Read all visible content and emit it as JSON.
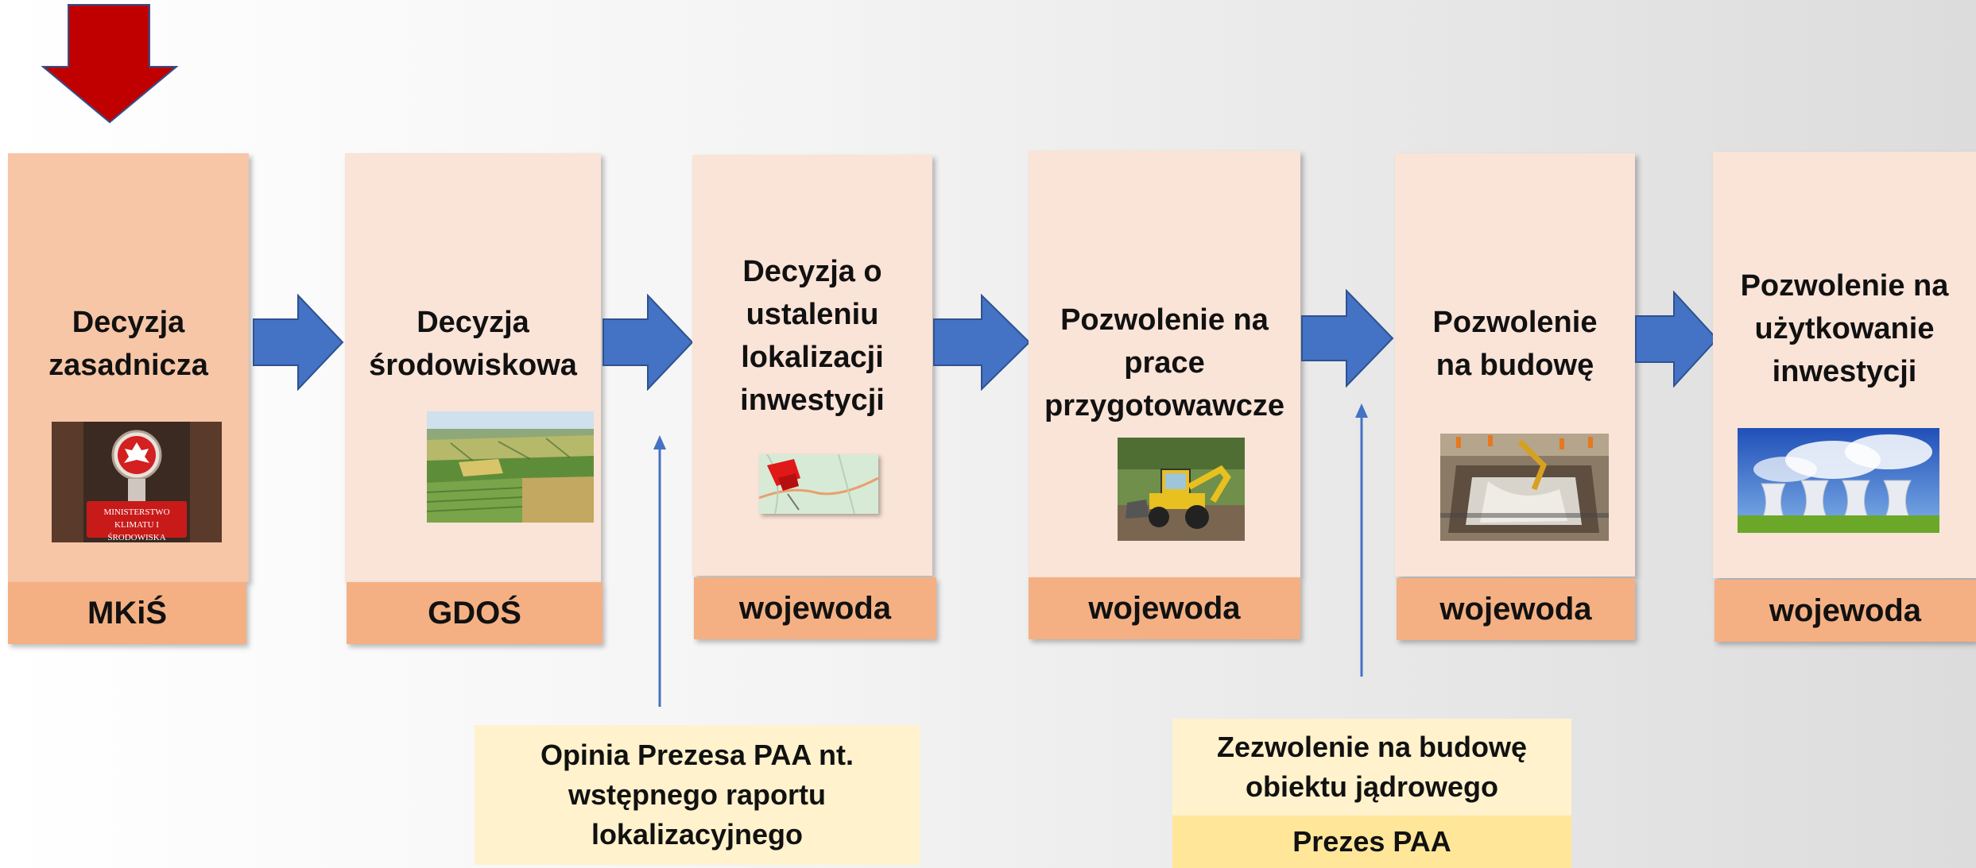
{
  "colors": {
    "card_fill": "#fae3d7",
    "card_fill_first": "#f7c6a7",
    "footer_fill": "#f4b083",
    "note_fill": "#fff2cc",
    "note_footer_fill": "#ffe699",
    "flow_arrow": "#4472c4",
    "marker_arrow": "#c00000"
  },
  "steps": [
    {
      "title_lines": [
        "Decyzja",
        "zasadnicza"
      ],
      "authority": "MKiŚ",
      "image_icon": "ministry-sign-icon",
      "sign_text": [
        "MINISTERSTWO",
        "KLIMATU I ŚRODOWISKA"
      ]
    },
    {
      "title_lines": [
        "Decyzja",
        "środowiskowa"
      ],
      "authority": "GDOŚ",
      "image_icon": "farmland-icon"
    },
    {
      "title_lines": [
        "Decyzja o",
        "ustaleniu",
        "lokalizacji",
        "inwestycji"
      ],
      "authority": "wojewoda",
      "image_icon": "map-pin-icon"
    },
    {
      "title_lines": [
        "Pozwolenie na",
        "prace",
        "przygotowawcze"
      ],
      "authority": "wojewoda",
      "image_icon": "excavator-icon"
    },
    {
      "title_lines": [
        "Pozwolenie",
        "na budowę"
      ],
      "authority": "wojewoda",
      "image_icon": "construction-site-icon"
    },
    {
      "title_lines": [
        "Pozwolenie na",
        "użytkowanie",
        "inwestycji"
      ],
      "authority": "wojewoda",
      "image_icon": "cooling-towers-icon"
    }
  ],
  "notes": [
    {
      "lines": [
        "Opinia Prezesa PAA nt.",
        "wstępnego raportu",
        "lokalizacyjnego"
      ]
    },
    {
      "lines": [
        "Zezwolenie na budowę",
        "obiektu jądrowego"
      ],
      "authority": "Prezes PAA"
    }
  ]
}
